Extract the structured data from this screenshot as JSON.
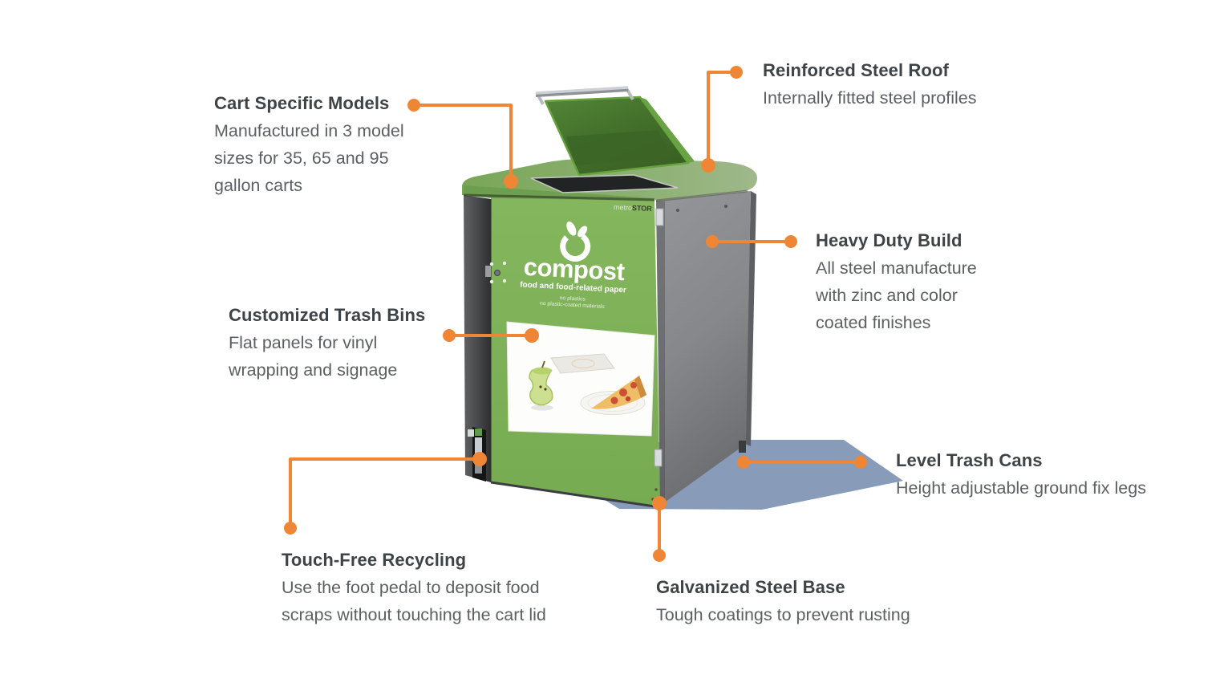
{
  "colors": {
    "accent": "#ef8636",
    "title_text": "#3e4347",
    "body_text": "#5c5f63",
    "green_front": "#7fb35a",
    "green_roof": "#86ad66",
    "green_lid": "#4a7c30",
    "gray_side": "#8b8d90",
    "gray_strip": "#4a4b4d",
    "shadow_blue": "#7e92b3",
    "label_white": "#ffffff"
  },
  "callouts": [
    {
      "id": "cart-specific-models",
      "title": "Cart Specific Models",
      "lines": [
        "Manufactured in 3 model",
        "sizes for 35, 65 and 95",
        "gallon carts"
      ]
    },
    {
      "id": "reinforced-steel-roof",
      "title": "Reinforced Steel Roof",
      "lines": [
        "Internally fitted steel profiles"
      ]
    },
    {
      "id": "heavy-duty-build",
      "title": "Heavy Duty Build",
      "lines": [
        "All steel manufacture",
        "with zinc and color",
        "coated finishes"
      ]
    },
    {
      "id": "customized-trash-bins",
      "title": "Customized Trash Bins",
      "lines": [
        "Flat panels for vinyl",
        "wrapping and signage"
      ]
    },
    {
      "id": "level-trash-cans",
      "title": "Level Trash Cans",
      "lines": [
        "Height adjustable ground fix legs"
      ]
    },
    {
      "id": "touch-free-recycling",
      "title": "Touch-Free Recycling",
      "lines": [
        "Use the foot pedal to deposit food",
        "scraps without touching the cart lid"
      ]
    },
    {
      "id": "galvanized-steel-base",
      "title": "Galvanized Steel Base",
      "lines": [
        "Tough coatings to prevent rusting"
      ]
    }
  ],
  "product": {
    "brand": {
      "prefix": "metro",
      "suffix": "STOR"
    },
    "front_label": {
      "title": "compost",
      "subtitle": "food and food-related paper",
      "note_1": "no plastics",
      "note_2": "no plastic-coated materials"
    },
    "graphic_panel_items": [
      "apple-core",
      "paper-napkin",
      "pizza-slice-on-paper-plate"
    ],
    "icons": [
      "compost-ring-leaf-icon",
      "lid-handle",
      "foot-pedal",
      "door-hinge",
      "door-lock"
    ]
  }
}
